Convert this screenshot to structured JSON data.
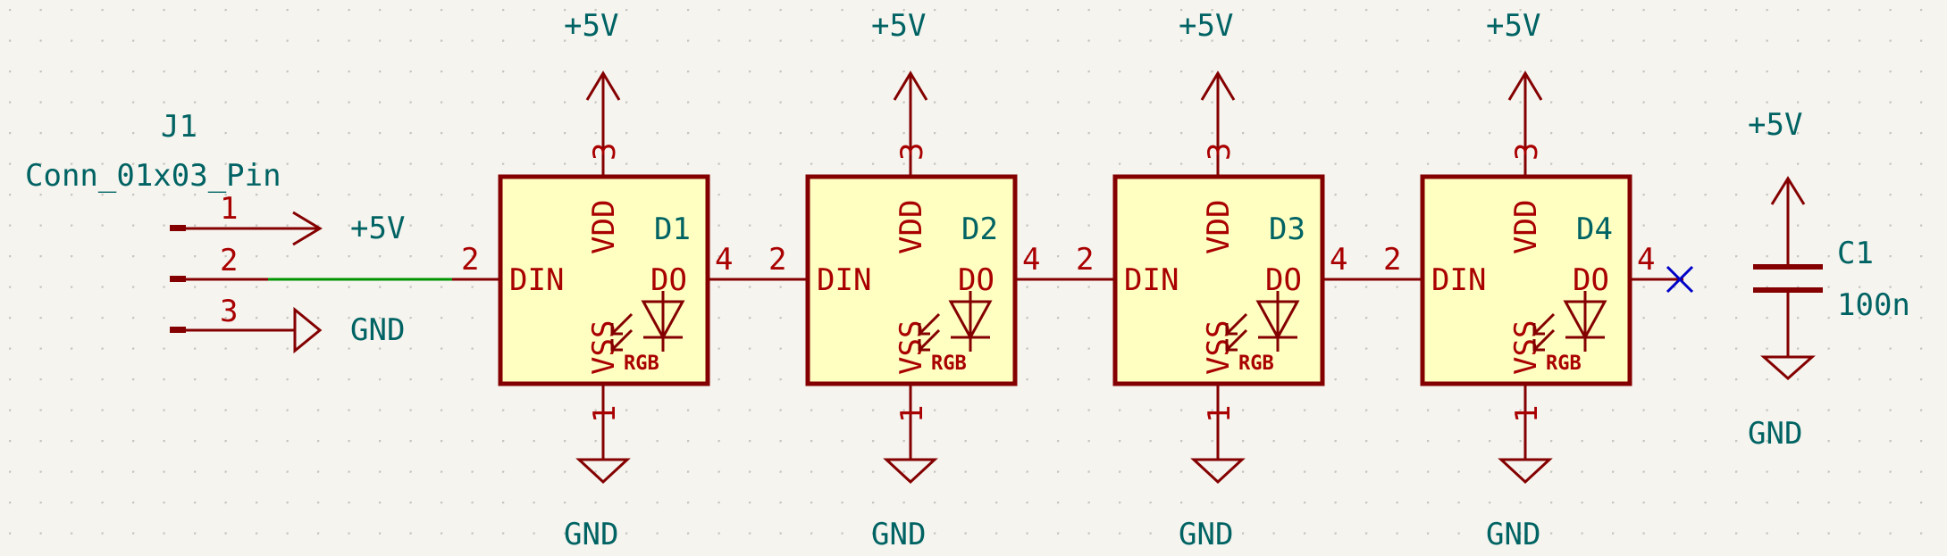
{
  "colors": {
    "background": "#f5f4ef",
    "grid_dot": "#c6c6bf",
    "symbol": "#840000",
    "body_fill": "#ffffc2",
    "pin_text": "#a90000",
    "net_text": "#006363",
    "wire": "#009400",
    "no_connect": "#0000c8"
  },
  "connector": {
    "reference": "J1",
    "value": "Conn_01x03_Pin",
    "pins": [
      "1",
      "2",
      "3"
    ]
  },
  "connector_nets": {
    "pin1_power": "+5V",
    "pin3_ground": "GND"
  },
  "leds": [
    {
      "ref": "D1",
      "vdd_pin": "3",
      "vss_pin": "1",
      "din_pin": "2",
      "do_pin": "4",
      "vdd_label": "VDD",
      "vss_label": "VSS",
      "din_label": "DIN",
      "do_label": "DO",
      "rgb_label": "RGB",
      "power_net": "+5V",
      "ground_net": "GND"
    },
    {
      "ref": "D2",
      "vdd_pin": "3",
      "vss_pin": "1",
      "din_pin": "2",
      "do_pin": "4",
      "vdd_label": "VDD",
      "vss_label": "VSS",
      "din_label": "DIN",
      "do_label": "DO",
      "rgb_label": "RGB",
      "power_net": "+5V",
      "ground_net": "GND"
    },
    {
      "ref": "D3",
      "vdd_pin": "3",
      "vss_pin": "1",
      "din_pin": "2",
      "do_pin": "4",
      "vdd_label": "VDD",
      "vss_label": "VSS",
      "din_label": "DIN",
      "do_label": "DO",
      "rgb_label": "RGB",
      "power_net": "+5V",
      "ground_net": "GND"
    },
    {
      "ref": "D4",
      "vdd_pin": "3",
      "vss_pin": "1",
      "din_pin": "2",
      "do_pin": "4",
      "vdd_label": "VDD",
      "vss_label": "VSS",
      "din_label": "DIN",
      "do_label": "DO",
      "rgb_label": "RGB",
      "power_net": "+5V",
      "ground_net": "GND"
    }
  ],
  "capacitor": {
    "reference": "C1",
    "value": "100n",
    "power_net": "+5V",
    "ground_net": "GND"
  }
}
